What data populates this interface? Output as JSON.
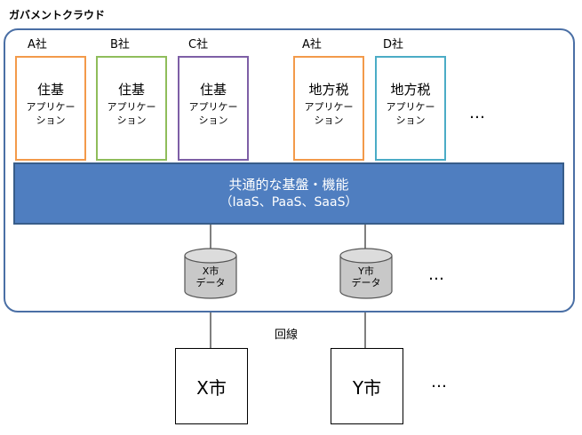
{
  "title": "ガバメントクラウド",
  "apps": [
    {
      "company": "A社",
      "main": "住基",
      "sub": "アプリケーション",
      "color": "#f39a4a"
    },
    {
      "company": "B社",
      "main": "住基",
      "sub": "アプリケーション",
      "color": "#8fbd5b"
    },
    {
      "company": "C社",
      "main": "住基",
      "sub": "アプリケーション",
      "color": "#7e5fa6"
    },
    {
      "company": "A社",
      "main": "地方税",
      "sub": "アプリケーション",
      "color": "#f39a4a"
    },
    {
      "company": "D社",
      "main": "地方税",
      "sub": "アプリケーション",
      "color": "#4bacc6"
    }
  ],
  "apps_more": "…",
  "platform": {
    "line1": "共通的な基盤・機能",
    "line2": "（IaaS、PaaS、SaaS）"
  },
  "databases": [
    {
      "line1": "X市",
      "line2": "データ"
    },
    {
      "line1": "Y市",
      "line2": "データ"
    }
  ],
  "db_more": "…",
  "line_label": "回線",
  "cities": [
    {
      "label": "X市"
    },
    {
      "label": "Y市"
    }
  ],
  "cities_more": "…"
}
